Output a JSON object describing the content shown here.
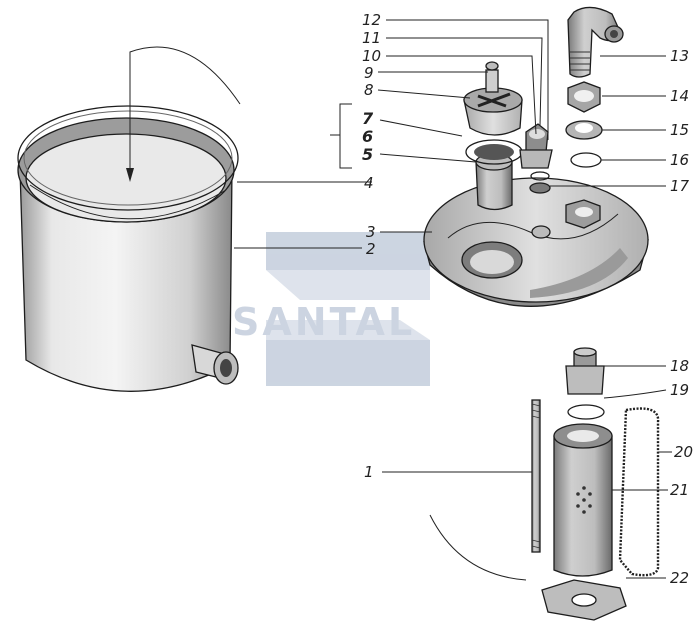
{
  "watermark": {
    "text": "SANTAL",
    "color": "#c7d0de"
  },
  "labels": {
    "l1": "1",
    "l2": "2",
    "l3": "3",
    "l4": "4",
    "l5": "5",
    "l6": "6",
    "l7": "7",
    "l8": "8",
    "l9": "9",
    "l10": "10",
    "l11": "11",
    "l12": "12",
    "l13": "13",
    "l14": "14",
    "l15": "15",
    "l16": "16",
    "l17": "17",
    "l18": "18",
    "l19": "19",
    "l20": "20",
    "l21": "21",
    "l22": "22"
  },
  "colors": {
    "ink": "#1d1d1d",
    "shade": "#cfcfcf",
    "light": "#eeeeee"
  }
}
